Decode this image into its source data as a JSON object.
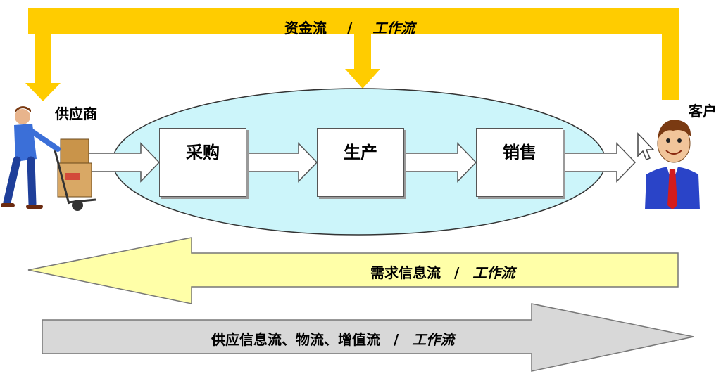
{
  "top_flow": {
    "main": "资金流",
    "sep": "/",
    "work": "工作流"
  },
  "supplier_label": "供应商",
  "customer_label": "客户",
  "process_steps": [
    {
      "label": "采购"
    },
    {
      "label": "生产"
    },
    {
      "label": "销售"
    }
  ],
  "demand_flow": {
    "main": "需求信息流",
    "sep": "/",
    "work": "工作流"
  },
  "supply_flow": {
    "main": "供应信息流、物流、增值流",
    "sep": "/",
    "work": "工作流"
  },
  "colors": {
    "money_flow": "#FFCC00",
    "ellipse_fill": "#CCF5FA",
    "demand_arrow": "#FFFFA8",
    "supply_arrow": "#D8D8D8",
    "worker_shirt": "#3B6FD8",
    "customer_suit": "#2A44C8"
  },
  "icons": [
    "hand-truck-worker-icon",
    "customer-icon",
    "mouse-cursor-icon"
  ]
}
